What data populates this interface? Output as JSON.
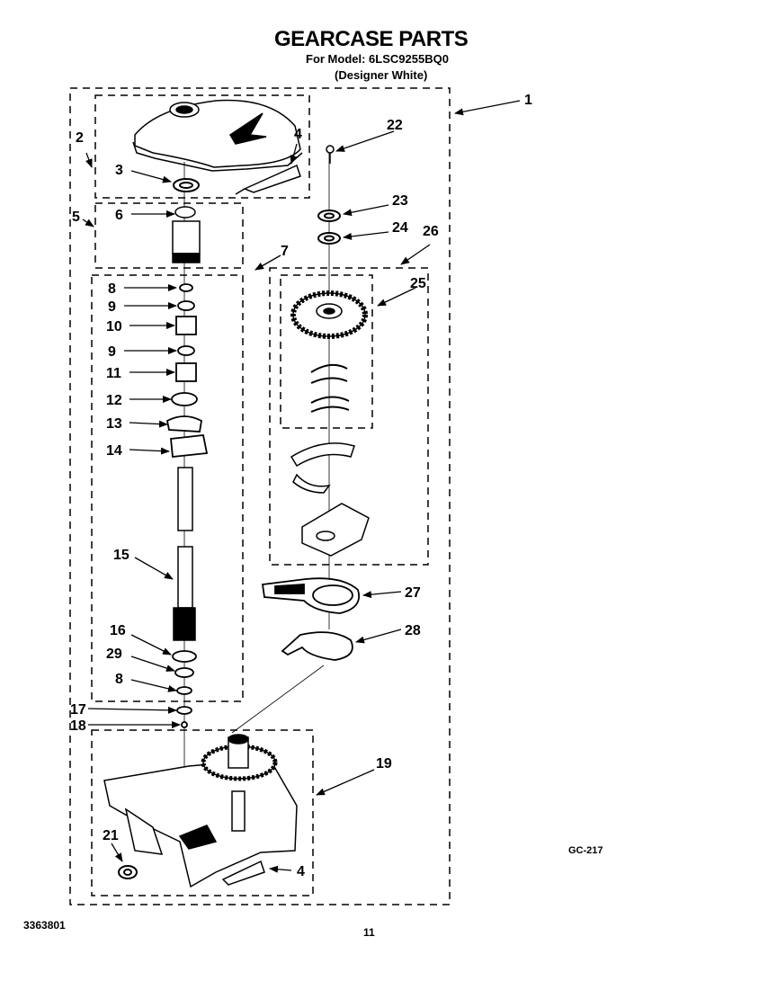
{
  "header": {
    "title": "GEARCASE PARTS",
    "model": "For Model: 6LSC9255BQ0",
    "finish": "(Designer White)"
  },
  "footer": {
    "doc_number": "3363801",
    "page_mark": "11",
    "diagram_code": "GC-217"
  },
  "callouts": {
    "c1": "1",
    "c2": "2",
    "c3": "3",
    "c4a": "4",
    "c4b": "4",
    "c5": "5",
    "c6": "6",
    "c7": "7",
    "c8a": "8",
    "c8b": "8",
    "c9a": "9",
    "c9b": "9",
    "c10": "10",
    "c11": "11",
    "c12": "12",
    "c13": "13",
    "c14": "14",
    "c15": "15",
    "c16": "16",
    "c17": "17",
    "c18": "18",
    "c19": "19",
    "c21": "21",
    "c22": "22",
    "c23": "23",
    "c24": "24",
    "c25": "25",
    "c26": "26",
    "c27": "27",
    "c28": "28",
    "c29": "29"
  }
}
